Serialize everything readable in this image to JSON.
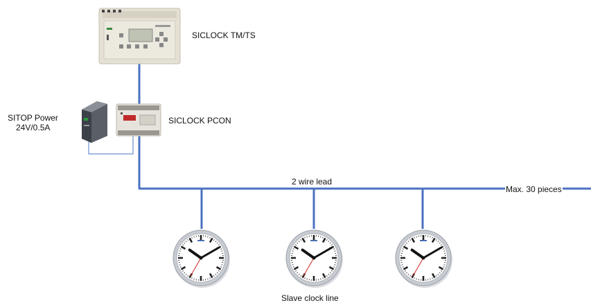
{
  "labels": {
    "tm_ts": "SICLOCK TM/TS",
    "pcon": "SICLOCK PCON",
    "sitop_line1": "SITOP Power",
    "sitop_line2": "24V/0.5A",
    "wire": "2 wire lead",
    "max": "Max. 30 pieces",
    "slave": "Slave clock line"
  },
  "colors": {
    "bus_line": "#4a72c2",
    "power_line": "#6a8fd0",
    "clock_rim": "#c8ccd2",
    "clock_face": "#ffffff",
    "second_hand": "#d22020"
  },
  "clocks": [
    {
      "time": "10:10",
      "second": 35
    },
    {
      "time": "10:10",
      "second": 35
    },
    {
      "time": "10:10",
      "second": 35
    }
  ]
}
